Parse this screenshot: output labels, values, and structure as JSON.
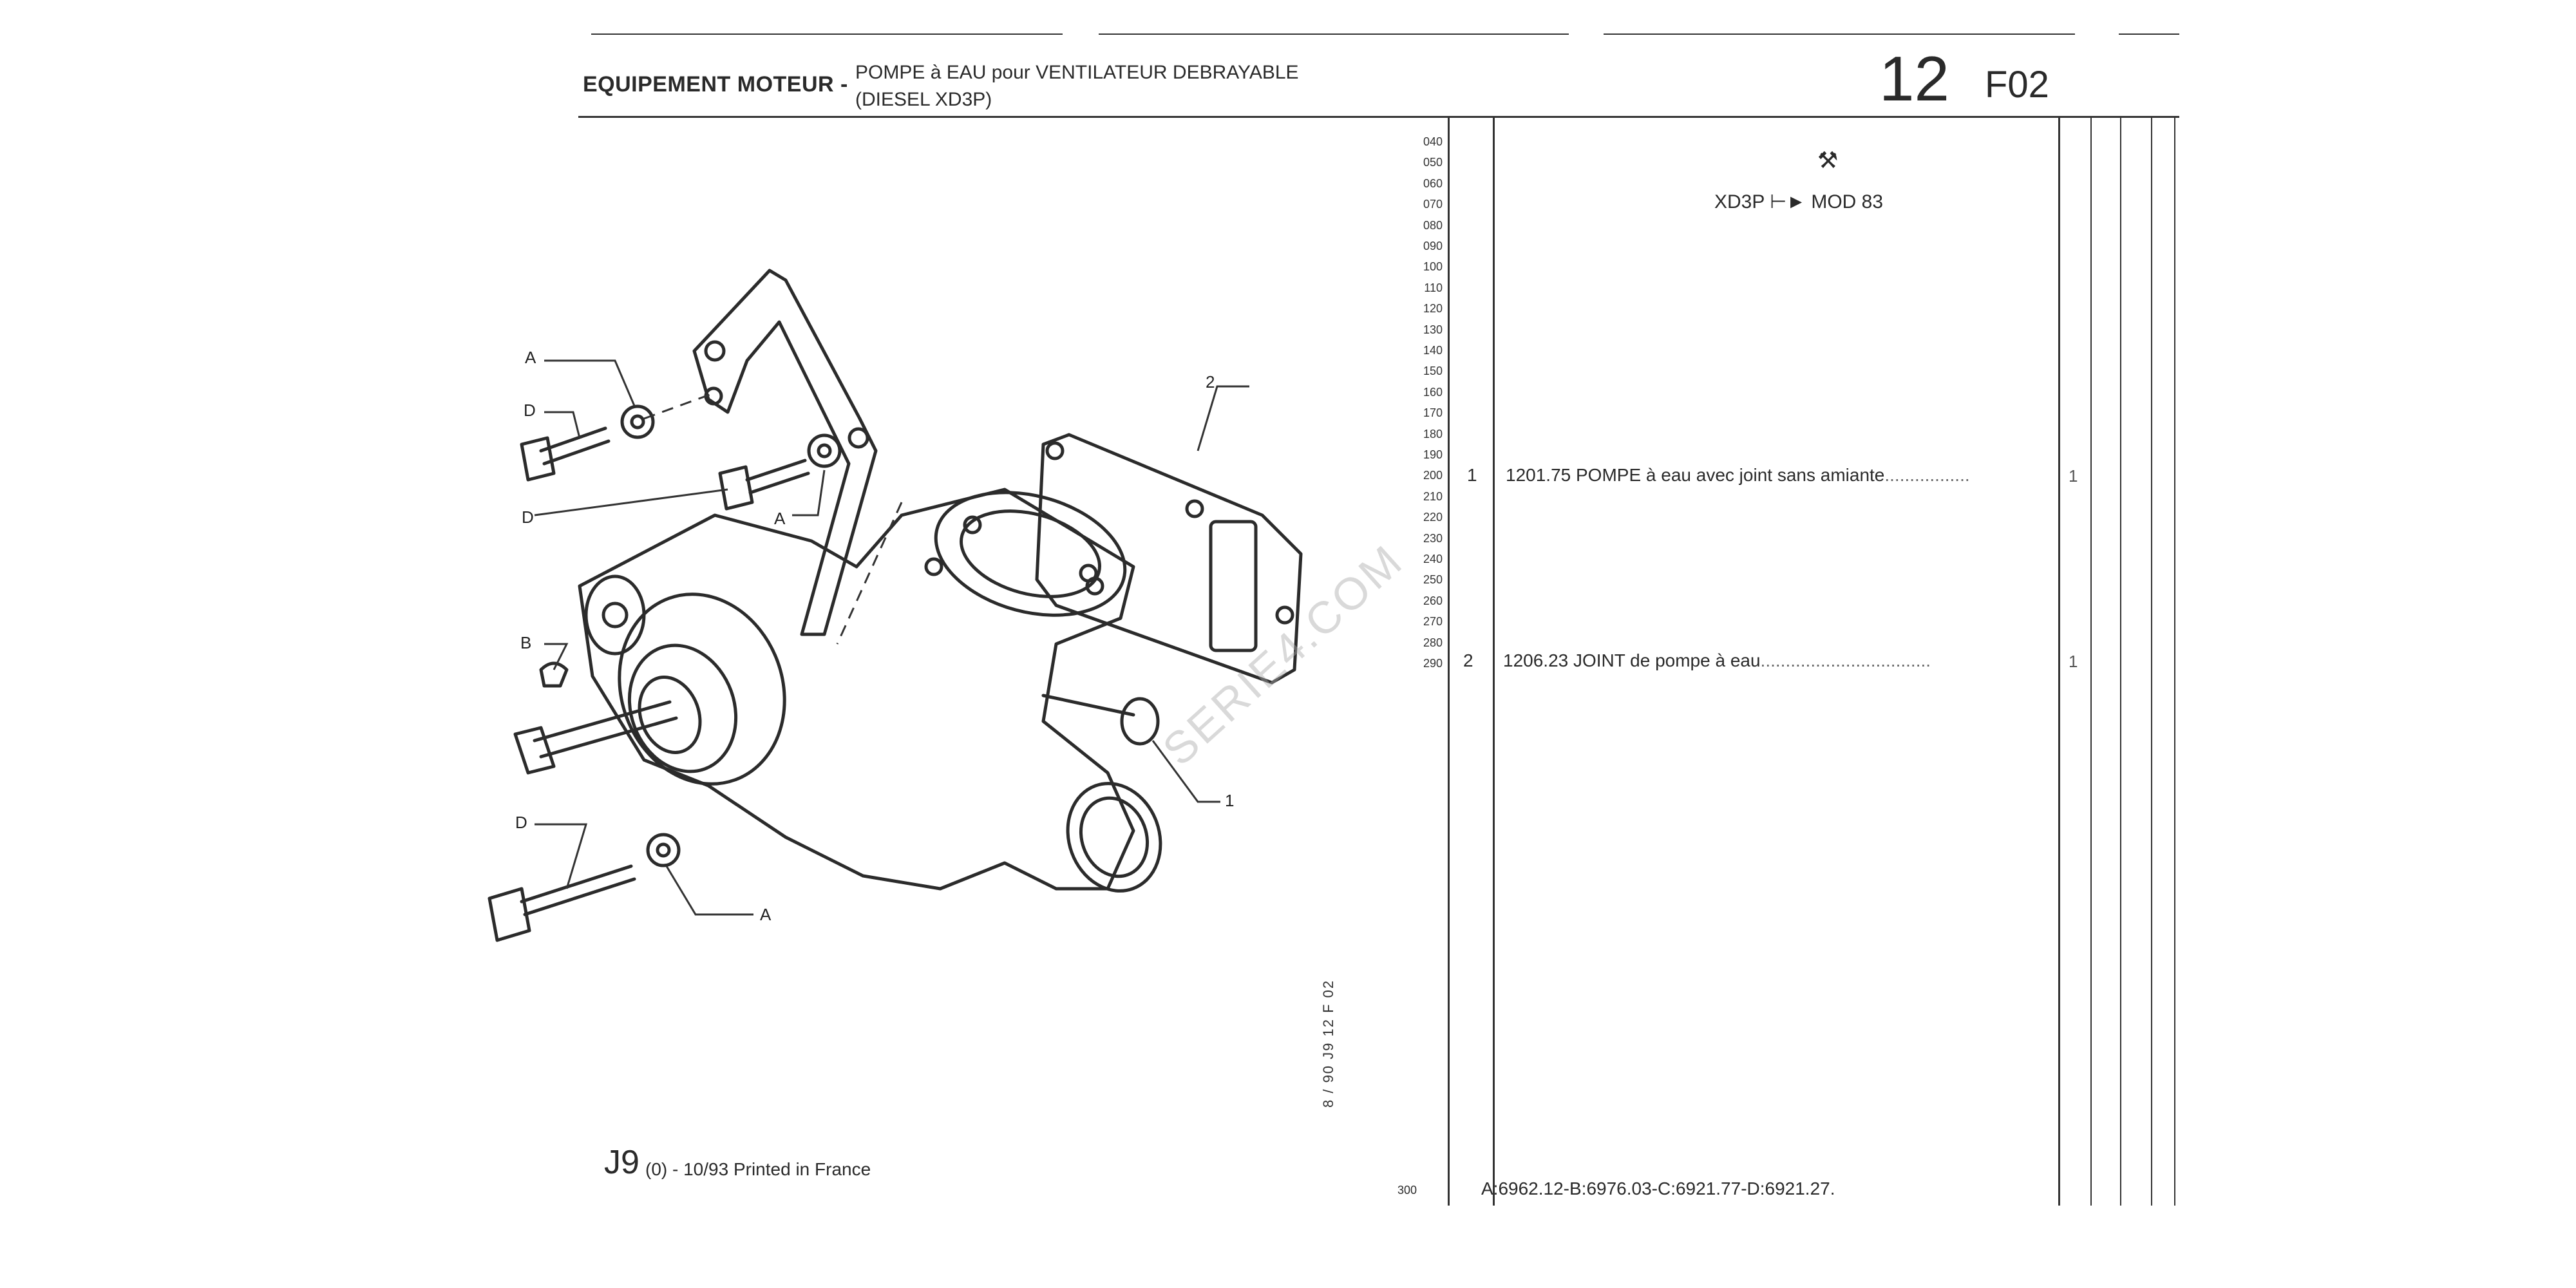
{
  "header": {
    "section": "EQUIPEMENT MOTEUR -",
    "title_line1": "POMPE à EAU pour VENTILATEUR DEBRAYABLE",
    "title_line2": "(DIESEL XD3P)",
    "page_number": "12",
    "page_code": "F02"
  },
  "applicability": {
    "icon": "wrench-icon",
    "text": "XD3P ⊢► MOD 83"
  },
  "line_numbers": [
    "040",
    "050",
    "060",
    "070",
    "080",
    "090",
    "100",
    "110",
    "120",
    "130",
    "140",
    "150",
    "160",
    "170",
    "180",
    "190",
    "200",
    "210",
    "220",
    "230",
    "240",
    "250",
    "260",
    "270",
    "280",
    "290"
  ],
  "parts": [
    {
      "item": "1",
      "ref": "1201.75",
      "description": "POMPE à eau avec joint sans amiante",
      "qty": "1"
    },
    {
      "item": "2",
      "ref": "1206.23",
      "description": "JOINT de pompe à eau",
      "qty": "1"
    }
  ],
  "diagram_labels": {
    "a1": "A",
    "a2": "A",
    "a3": "A",
    "d1": "D",
    "d2": "D",
    "d3": "D",
    "b": "B",
    "n1": "1",
    "n2": "2"
  },
  "footer": {
    "j9": "J9",
    "rest": "(0) - 10/93 Printed in France",
    "rotated": "8 / 90   J9   12 F 02",
    "line300": "300",
    "codes": "A:6962.12-B:6976.03-C:6921.77-D:6921.27."
  },
  "watermark": "SERIE4.COM"
}
